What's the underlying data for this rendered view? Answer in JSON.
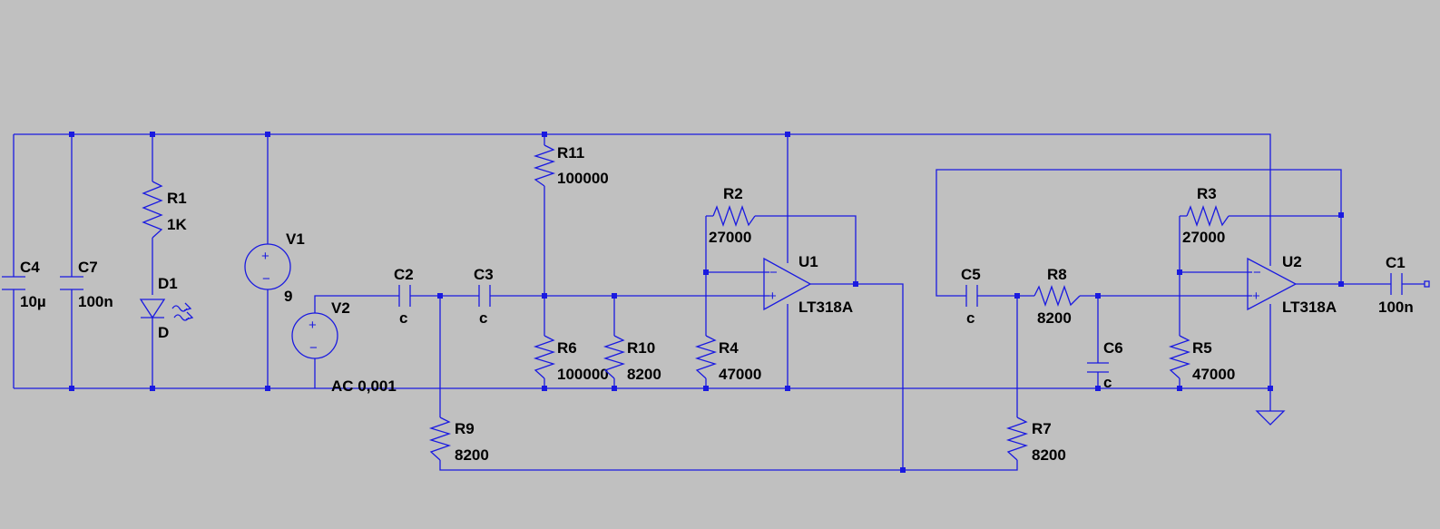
{
  "schematic": {
    "background": "#c0c0c0",
    "wire_color": "#1a1ae0",
    "components": [
      {
        "ref": "C4",
        "type": "capacitor",
        "value": "10µ"
      },
      {
        "ref": "C7",
        "type": "capacitor",
        "value": "100n"
      },
      {
        "ref": "R1",
        "type": "resistor",
        "value": "1K"
      },
      {
        "ref": "D1",
        "type": "led",
        "value": "D"
      },
      {
        "ref": "V1",
        "type": "voltage-source",
        "value": "9"
      },
      {
        "ref": "V2",
        "type": "voltage-source",
        "value": "AC 0,001"
      },
      {
        "ref": "C2",
        "type": "capacitor",
        "value": "c"
      },
      {
        "ref": "C3",
        "type": "capacitor",
        "value": "c"
      },
      {
        "ref": "R11",
        "type": "resistor",
        "value": "100000"
      },
      {
        "ref": "R6",
        "type": "resistor",
        "value": "100000"
      },
      {
        "ref": "R10",
        "type": "resistor",
        "value": "8200"
      },
      {
        "ref": "R9",
        "type": "resistor",
        "value": "8200"
      },
      {
        "ref": "R2",
        "type": "resistor",
        "value": "27000"
      },
      {
        "ref": "R4",
        "type": "resistor",
        "value": "47000"
      },
      {
        "ref": "U1",
        "type": "opamp",
        "value": "LT318A"
      },
      {
        "ref": "C5",
        "type": "capacitor",
        "value": "c"
      },
      {
        "ref": "R8",
        "type": "resistor",
        "value": "8200"
      },
      {
        "ref": "C6",
        "type": "capacitor",
        "value": "c"
      },
      {
        "ref": "R7",
        "type": "resistor",
        "value": "8200"
      },
      {
        "ref": "R3",
        "type": "resistor",
        "value": "27000"
      },
      {
        "ref": "R5",
        "type": "resistor",
        "value": "47000"
      },
      {
        "ref": "U2",
        "type": "opamp",
        "value": "LT318A"
      },
      {
        "ref": "C1",
        "type": "capacitor",
        "value": "100n"
      }
    ],
    "symbols": {
      "plus": "+",
      "minus": "−"
    }
  }
}
